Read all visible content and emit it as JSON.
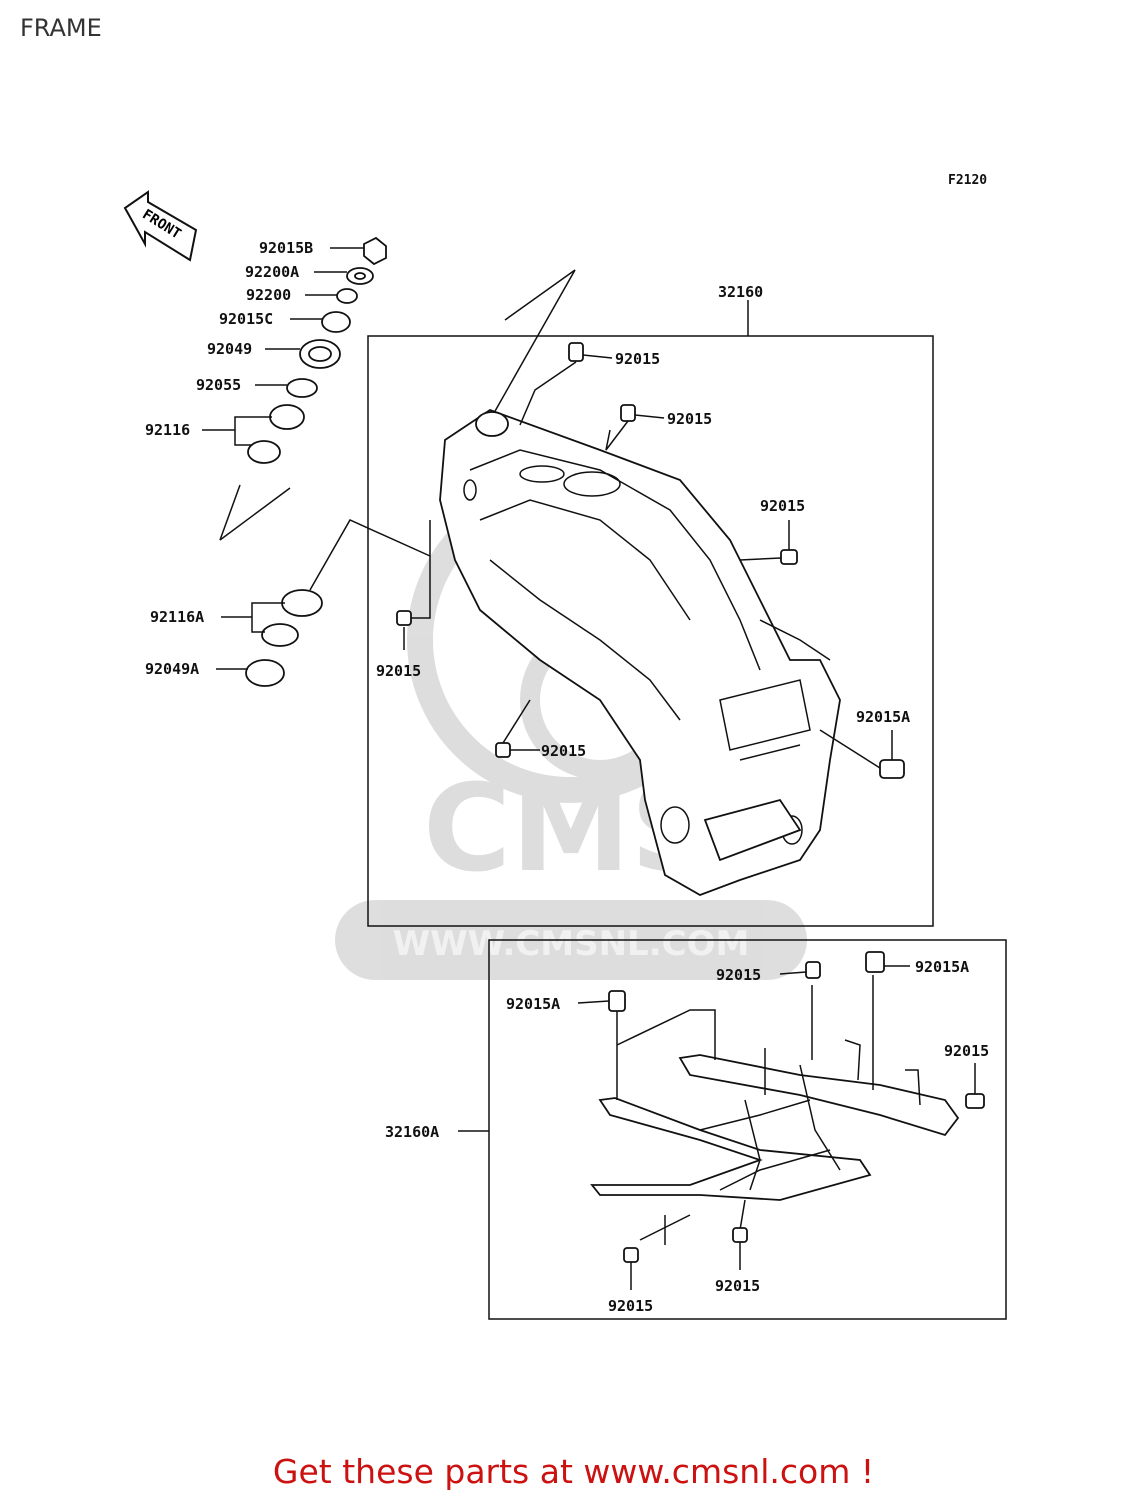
{
  "page": {
    "title": "FRAME"
  },
  "figure": {
    "code": "F2120",
    "front_marker": "FRONT"
  },
  "watermark": {
    "url": "WWW.CMSNL.COM",
    "brand": "CMS"
  },
  "steering_parts": [
    "92015B",
    "92200A",
    "92200",
    "92015C",
    "92049",
    "92055",
    "92116",
    "92116A",
    "92049A"
  ],
  "main_frame": {
    "part_number": "32160",
    "bolts": [
      "92015",
      "92015",
      "92015",
      "92015",
      "92015",
      "92015A"
    ]
  },
  "subframe": {
    "part_number": "32160A",
    "bolts": [
      "92015",
      "92015A",
      "92015A",
      "92015",
      "92015",
      "92015"
    ]
  },
  "footer": {
    "cta": "Get these parts at www.cmsnl.com !"
  }
}
